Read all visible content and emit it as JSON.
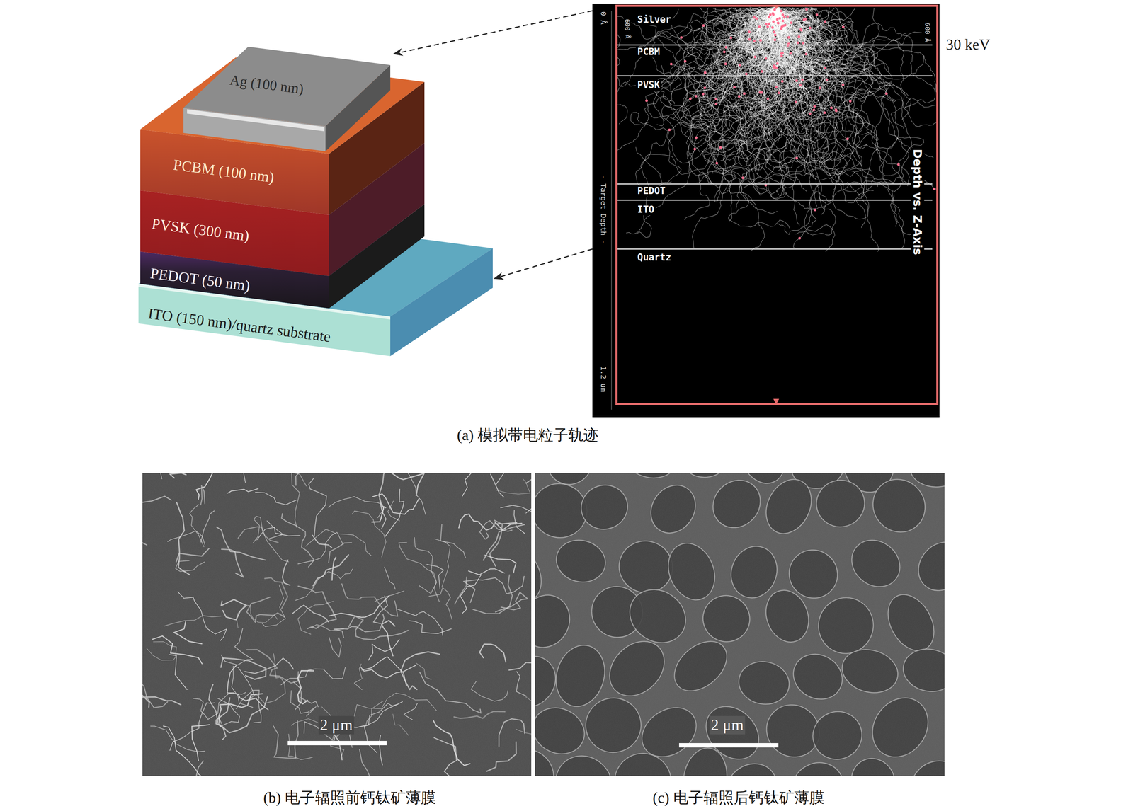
{
  "diagram": {
    "nodes": [
      {
        "text": [
          "Ag (100 nm)"
        ]
      },
      {
        "text": [
          "PCBM (100 nm)"
        ]
      },
      {
        "text": [
          "PVSK (300 nm)"
        ]
      },
      {
        "text": [
          "PEDOT (50 nm)"
        ]
      },
      {
        "text": [
          "ITO (150 nm)/quartz substrate"
        ]
      },
      {
        "text": [
          "Silver",
          "PCBM",
          "PVSK",
          "PEDOT",
          "ITO",
          "Quartz",
          "Depth vs. Z-Axis",
          "0 Å",
          "600 Å",
          "600 Å",
          "- Target Depth -",
          "1.2 um"
        ]
      }
    ],
    "edges": [
      {
        "from": 5,
        "to": 0,
        "arrow": "to"
      },
      {
        "from": 5,
        "to": 4,
        "arrow": "to"
      }
    ],
    "labels": [
      "30 keV",
      "(a) 模拟带电粒子轨迹",
      "2 μm",
      "2 μm",
      "(b) 电子辐照前钙钛矿薄膜",
      "(c) 电子辐照后钙钛矿薄膜"
    ]
  }
}
